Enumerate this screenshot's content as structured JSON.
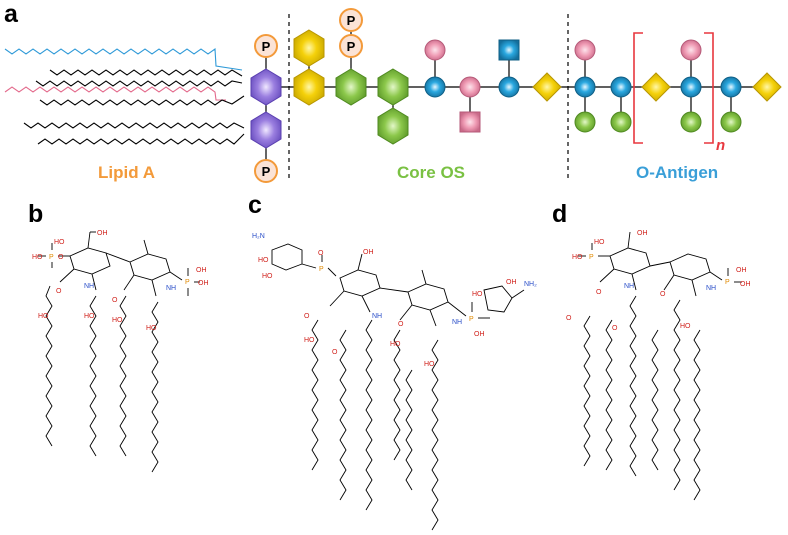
{
  "panels": {
    "a": "a",
    "b": "b",
    "c": "c",
    "d": "d"
  },
  "sections": {
    "lipid_a": "Lipid A",
    "core_os": "Core OS",
    "o_antigen": "O-Antigen"
  },
  "phosphate_symbol": "P",
  "repeat_symbol": "n",
  "atoms": {
    "O": "O",
    "OH": "OH",
    "HO": "HO",
    "P": "P",
    "NH": "NH",
    "NH2": "NH₂",
    "H2N": "H₂N"
  },
  "colors": {
    "lipid_a": "#f39a3a",
    "core_os": "#7ac143",
    "o_antigen": "#3a9fd8",
    "hexagon_purple": "#9b7fe0",
    "hexagon_yellow": "#f5d10a",
    "hexagon_green": "#8cc84b",
    "circle_pink": "#ef9bb4",
    "circle_blue": "#2aa8e0",
    "circle_green": "#8cc84b",
    "diamond_yellow": "#f5d10a",
    "square_pink": "#ef9bb4",
    "square_blue": "#2aa8e0",
    "bracket_red": "#e8373e",
    "chain_blue": "#2f9ad8",
    "chain_pink": "#e36a8c",
    "atom_red": "#d0201a",
    "atom_blue": "#2b4fc9",
    "atom_orange": "#e08a00"
  }
}
